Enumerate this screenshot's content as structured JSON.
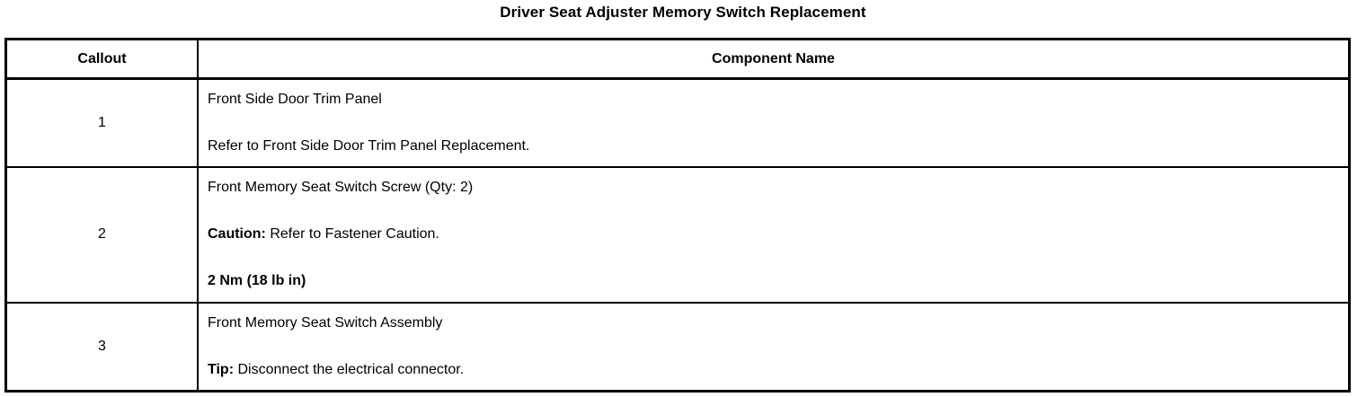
{
  "document": {
    "title": "Driver Seat Adjuster Memory Switch Replacement"
  },
  "table": {
    "headers": {
      "callout": "Callout",
      "component_name": "Component Name"
    },
    "rows": [
      {
        "callout": "1",
        "lines": [
          {
            "bold_prefix": "",
            "text": "Front Side Door Trim Panel"
          },
          {
            "bold_prefix": "",
            "text": "Refer to Front Side Door Trim Panel Replacement."
          }
        ]
      },
      {
        "callout": "2",
        "lines": [
          {
            "bold_prefix": "",
            "text": "Front Memory Seat Switch Screw (Qty: 2)"
          },
          {
            "bold_prefix": "Caution:",
            "text": " Refer to Fastener Caution."
          },
          {
            "bold_prefix": "",
            "text": "2 Nm (18 lb in)",
            "all_bold": true
          }
        ]
      },
      {
        "callout": "3",
        "lines": [
          {
            "bold_prefix": "",
            "text": "Front Memory Seat Switch Assembly"
          },
          {
            "bold_prefix": "Tip:",
            "text": " Disconnect the electrical connector."
          }
        ]
      }
    ]
  },
  "colors": {
    "text": "#000000",
    "background": "#ffffff",
    "border": "#000000"
  }
}
